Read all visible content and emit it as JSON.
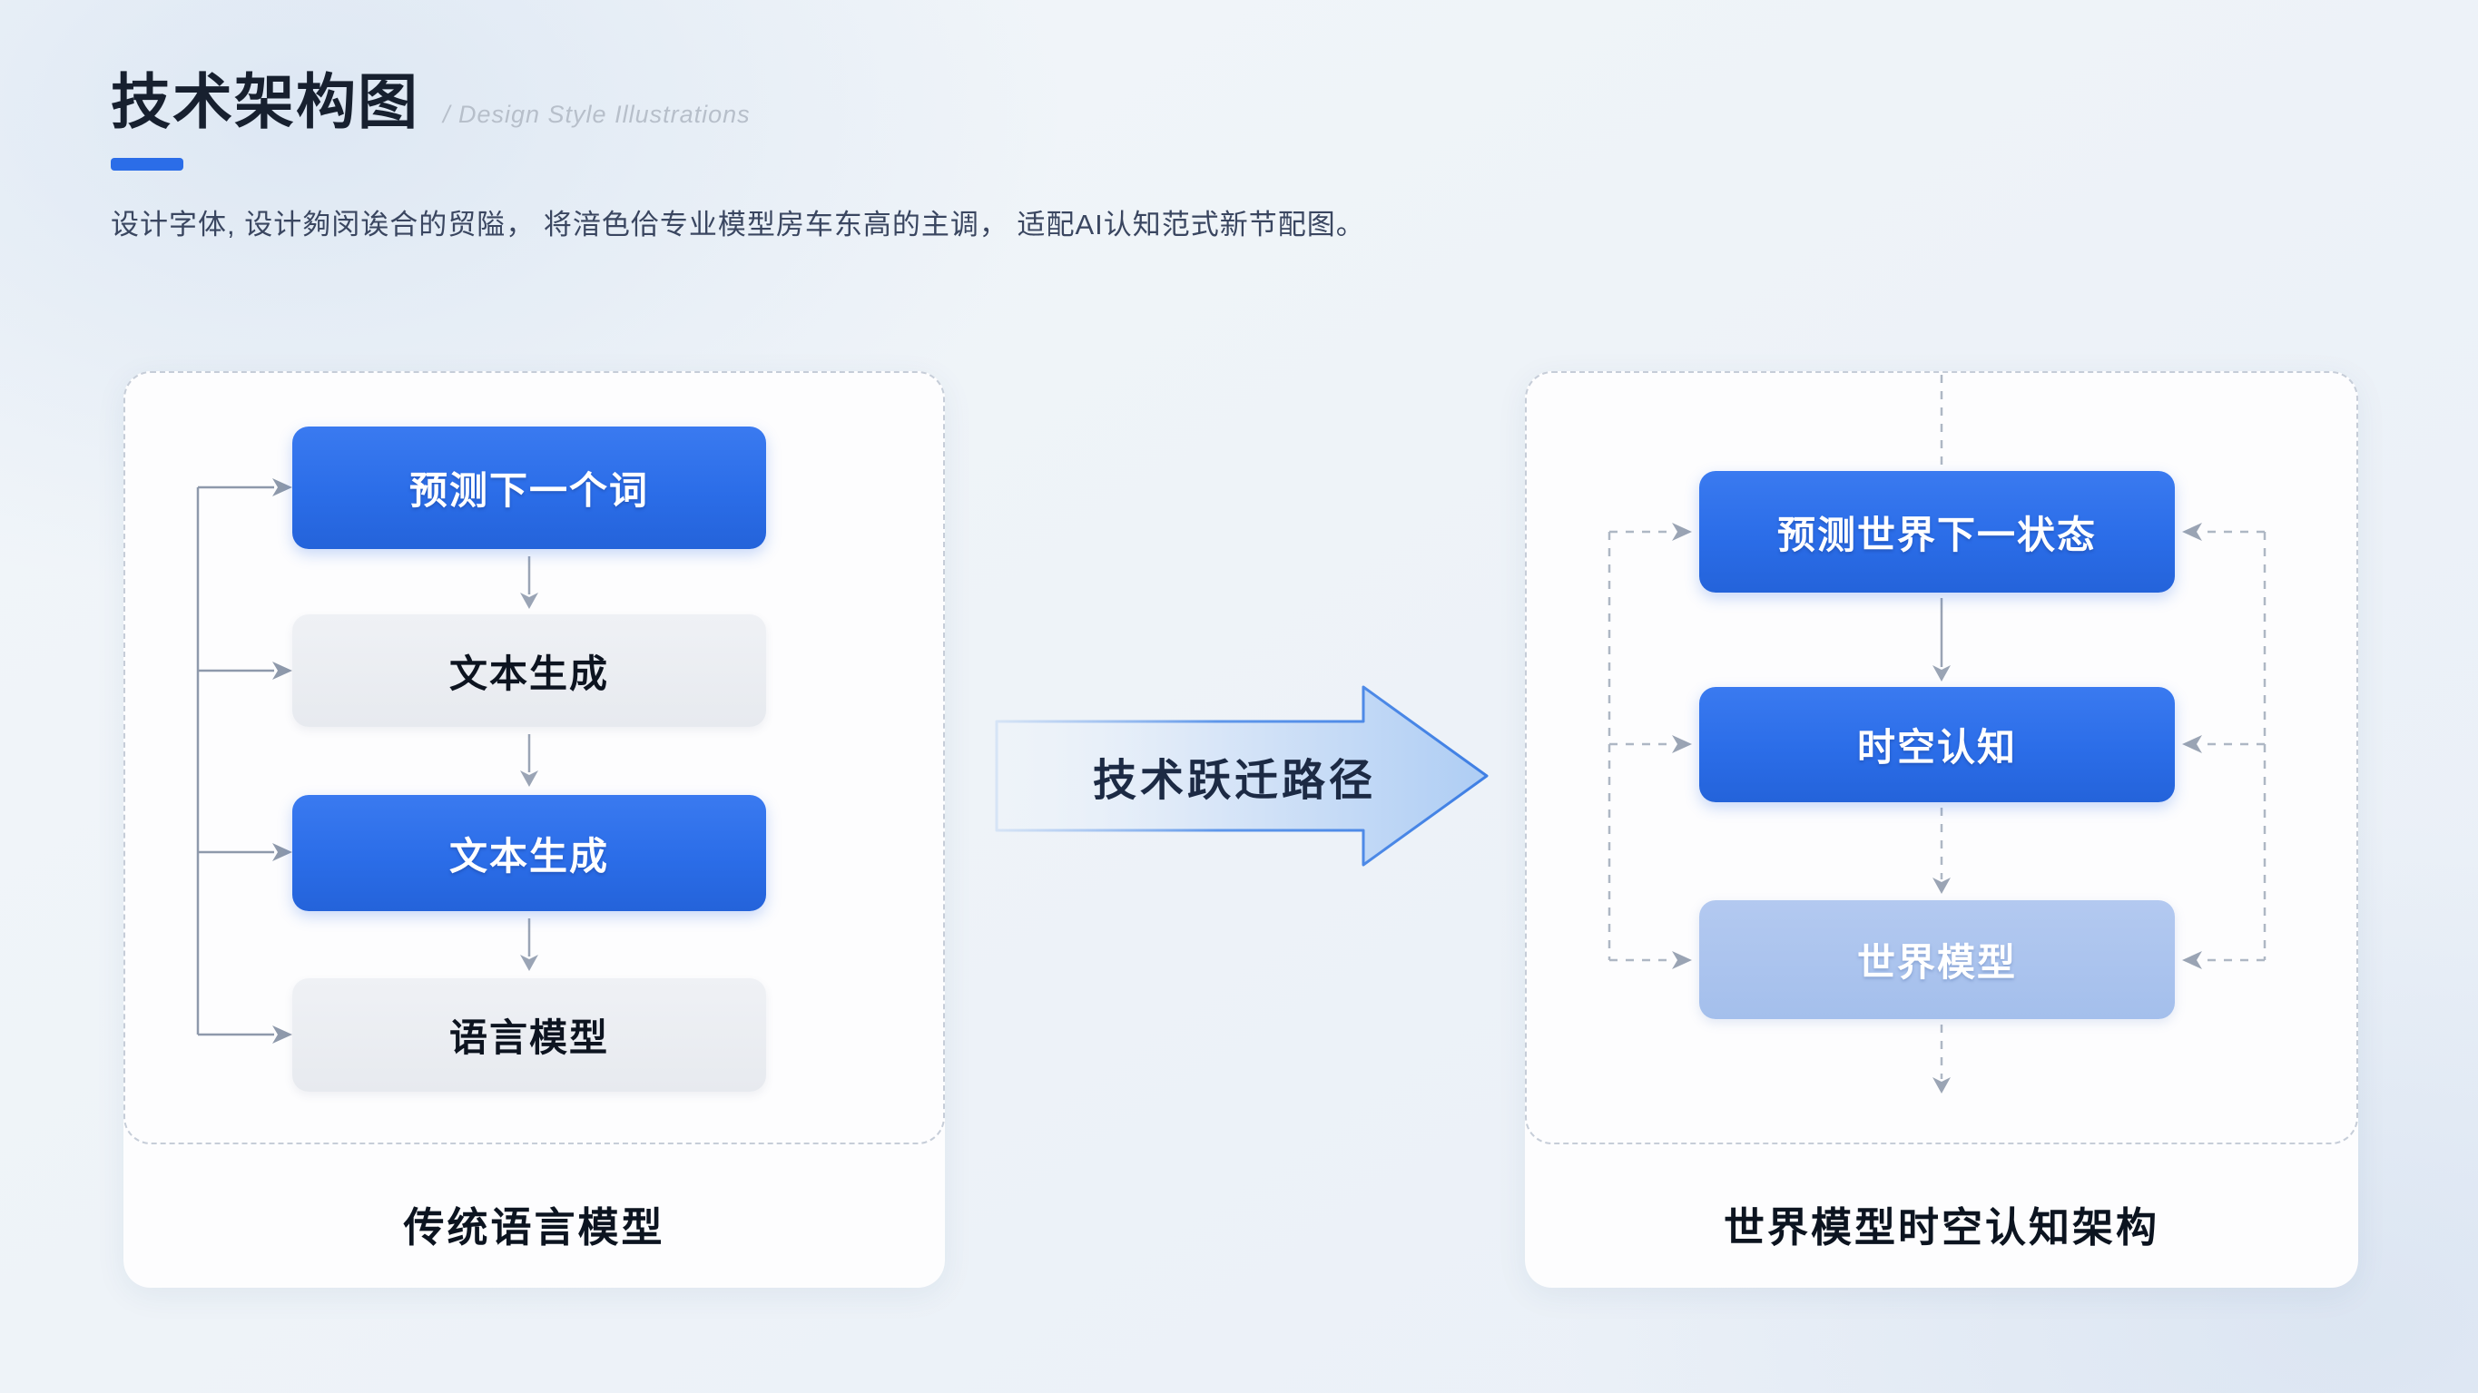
{
  "page": {
    "title": "技术架构图",
    "subtitle": "/ Design Style Illustrations",
    "description": "设计字体, 设计夠闵诶合的贸隘， 将湆色佮专业模型房车东高的主调， 适配AI认知范式新节配图。"
  },
  "left_panel": {
    "caption": "传统语言模型",
    "nodes": [
      {
        "label": "预测下一个词",
        "style": "blue"
      },
      {
        "label": "文本生成",
        "style": "gray"
      },
      {
        "label": "文本生成",
        "style": "blue"
      },
      {
        "label": "语言模型",
        "style": "gray"
      }
    ]
  },
  "transition": {
    "label": "技术跃迁路径"
  },
  "right_panel": {
    "caption": "世界模型时空认知架构",
    "nodes": [
      {
        "label": "预测世界下一状态",
        "style": "blue"
      },
      {
        "label": "时空认知",
        "style": "blue"
      },
      {
        "label": "世界模型",
        "style": "lightblue"
      }
    ]
  },
  "colors": {
    "accent_blue": "#2b6de8",
    "light_blue_node": "#a9c3ee",
    "gray_node": "#e9ebf0",
    "dashed_border": "#c6cdd8",
    "connector_gray": "#97a2b3",
    "arrow_fill": "#b9d3f4",
    "arrow_stroke": "#4d88e6",
    "title_color": "#17202f",
    "description_color": "#3a4660"
  }
}
